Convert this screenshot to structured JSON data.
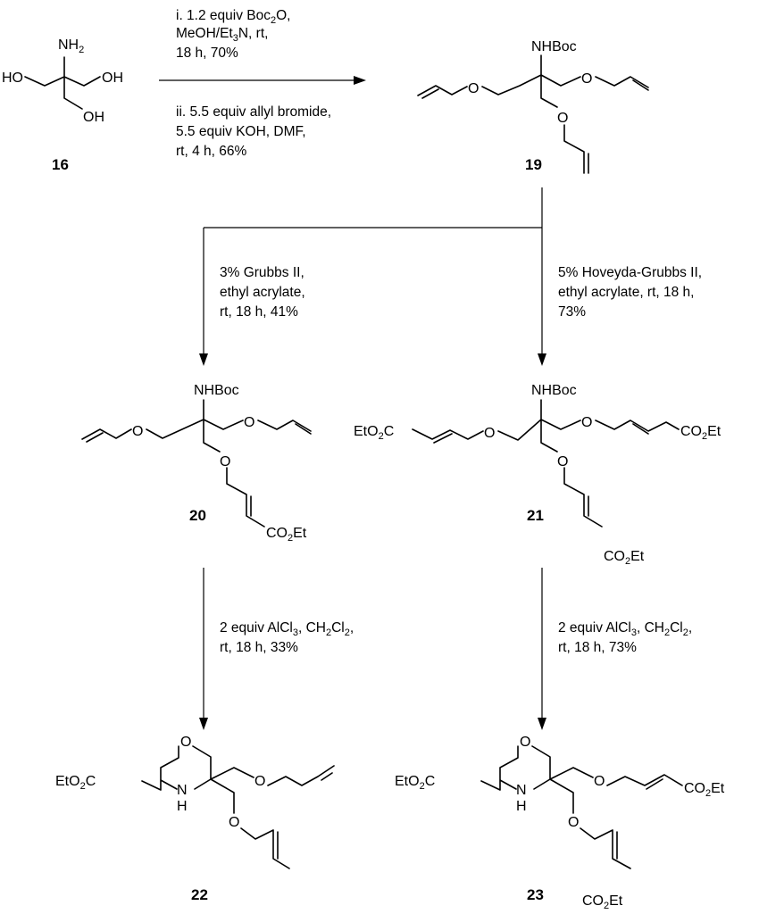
{
  "compounds": {
    "c16": {
      "number": "16",
      "NH2": "NH",
      "NH2_sub": "2",
      "HO": "HO",
      "OH1": "OH",
      "OH2": "OH"
    },
    "c19": {
      "number": "19",
      "NHBoc": "NHBoc",
      "O": "O"
    },
    "c20": {
      "number": "20",
      "NHBoc": "NHBoc",
      "O": "O",
      "CO2Et": [
        "CO",
        "2",
        "Et"
      ]
    },
    "c21": {
      "number": "21",
      "NHBoc": "NHBoc",
      "O": "O",
      "EtO2C": [
        "EtO",
        "2",
        "C"
      ],
      "CO2Et": [
        "CO",
        "2",
        "Et"
      ]
    },
    "c22": {
      "number": "22",
      "O": "O",
      "N": "N",
      "H": "H",
      "EtO2C": [
        "EtO",
        "2",
        "C"
      ]
    },
    "c23": {
      "number": "23",
      "O": "O",
      "N": "N",
      "H": "H",
      "EtO2C": [
        "EtO",
        "2",
        "C"
      ],
      "CO2Et": [
        "CO",
        "2",
        "Et"
      ]
    }
  },
  "conditions": {
    "step1": {
      "line1": [
        "i. 1.2 equiv Boc",
        "2",
        "O,"
      ],
      "line2": [
        "MeOH/Et",
        "3",
        "N, rt,"
      ],
      "line3": "18 h, 70%",
      "line4": "ii. 5.5 equiv allyl bromide,",
      "line5": "5.5 equiv KOH, DMF,",
      "line6": "rt, 4 h, 66%"
    },
    "left_branch": {
      "line1": "3% Grubbs II,",
      "line2": "ethyl acrylate,",
      "line3": "rt, 18 h, 41%"
    },
    "right_branch": {
      "line1": "5% Hoveyda-Grubbs II,",
      "line2": "ethyl acrylate, rt, 18 h,",
      "line3": "73%"
    },
    "left_cyclize": {
      "line1": [
        "2 equiv AlCl",
        "3",
        ", CH",
        "2",
        "Cl",
        "2",
        ","
      ],
      "line2": "rt, 18 h, 33%"
    },
    "right_cyclize": {
      "line1": [
        "2 equiv AlCl",
        "3",
        ", CH",
        "2",
        "Cl",
        "2",
        ","
      ],
      "line2": "rt, 18 h, 73%"
    }
  }
}
